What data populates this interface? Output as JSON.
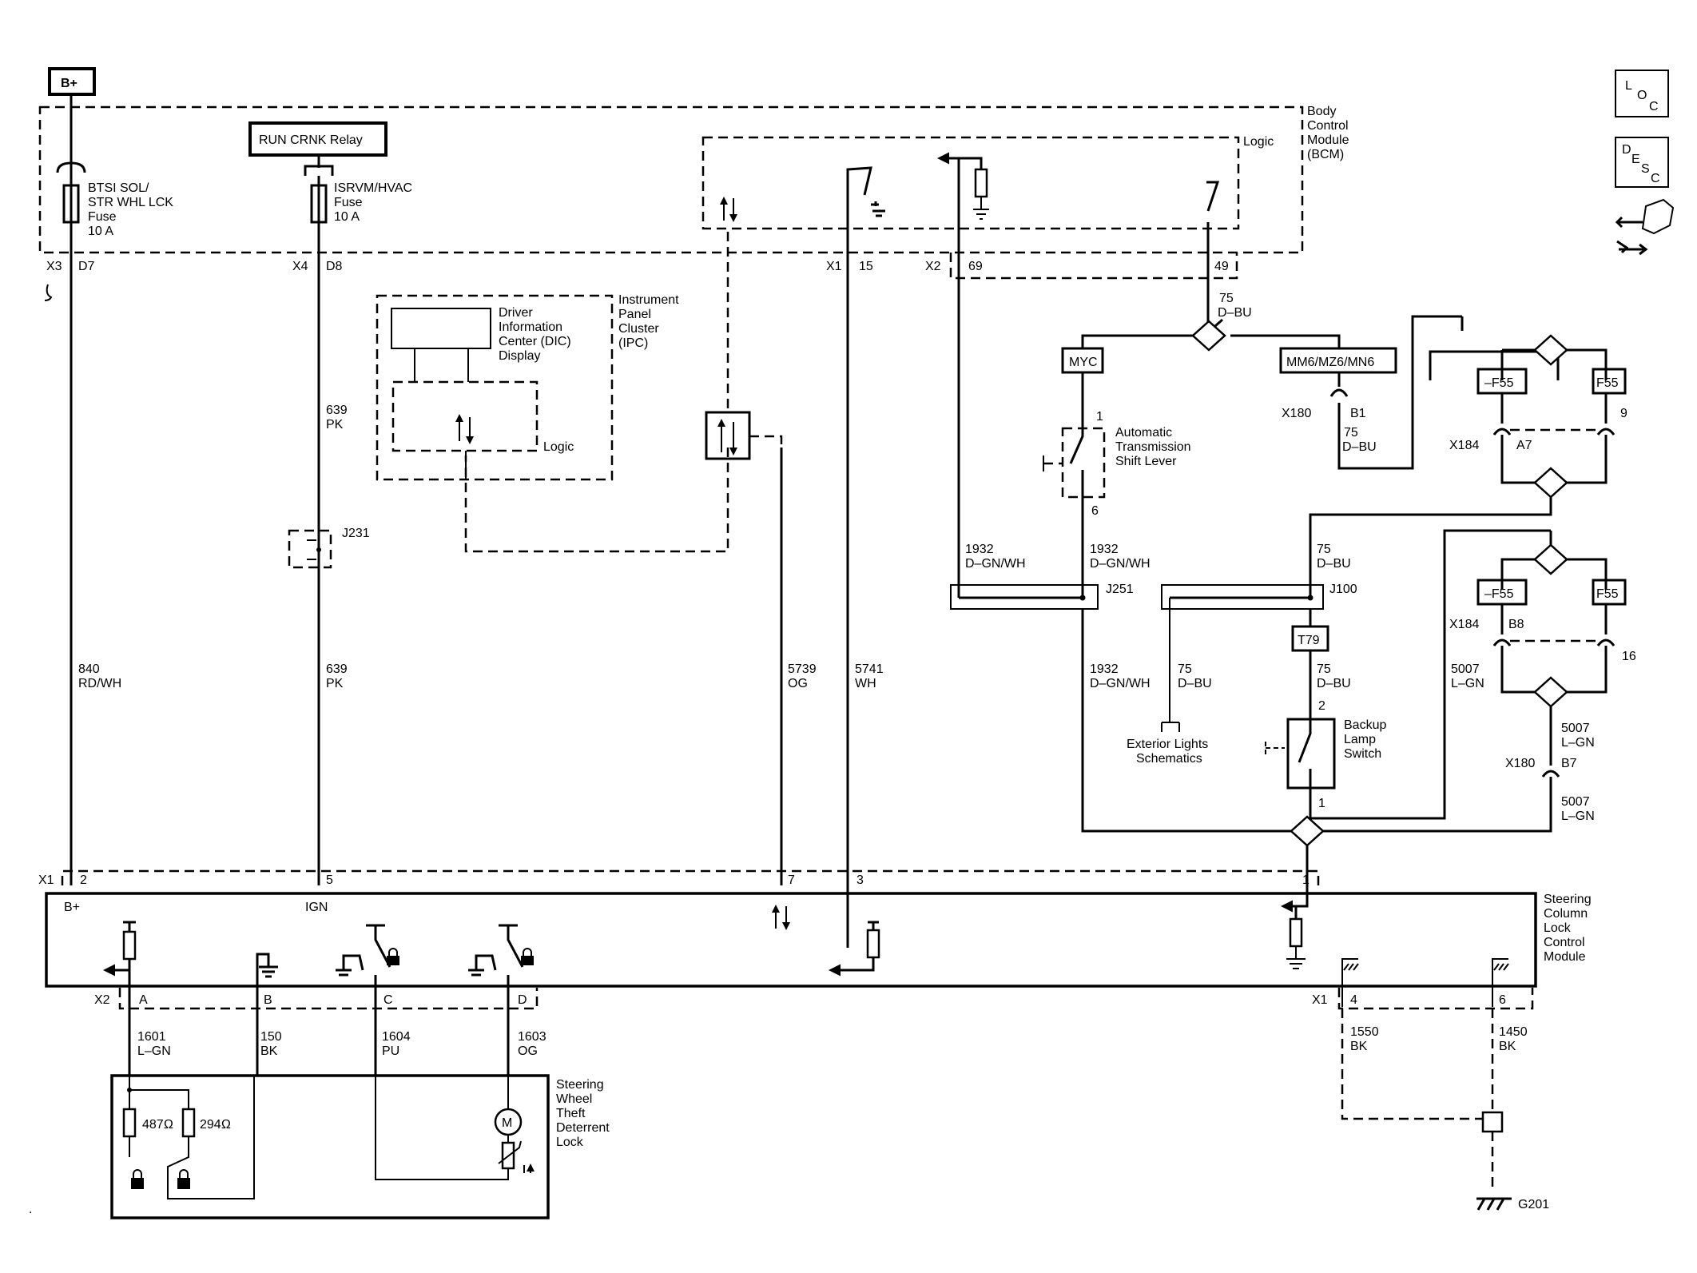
{
  "header": {
    "bplus": "B+",
    "run_crnk_relay": "RUN CRNK Relay"
  },
  "icons": {
    "loc": [
      "L",
      "O",
      "C"
    ],
    "desc": [
      "D",
      "E",
      "S",
      "C"
    ]
  },
  "bcm": {
    "name": [
      "Body",
      "Control",
      "Module",
      "(BCM)"
    ],
    "logic": "Logic"
  },
  "fuses": [
    {
      "name": [
        "BTSI SOL/",
        "STR WHL LCK",
        "Fuse",
        "10 A"
      ]
    },
    {
      "name": [
        "ISRVM/HVAC",
        "Fuse",
        "10 A"
      ]
    }
  ],
  "connectors": {
    "x3": "X3",
    "d7": "D7",
    "x4": "X4",
    "d8": "D8",
    "x1": "X1",
    "pin15": "15",
    "x2": "X2",
    "pin69": "69",
    "pin49": "49",
    "x180": "X180",
    "b1": "B1",
    "x184": "X184",
    "a7": "A7",
    "pin9": "9",
    "b8": "B8",
    "pin16": "16",
    "b7": "B7",
    "j251": "J251",
    "j100": "J100",
    "j231": "J231",
    "pin1": "1",
    "pin6": "6",
    "pin2": "2"
  },
  "ipc": {
    "name": [
      "Instrument",
      "Panel",
      "Cluster",
      "(IPC)"
    ],
    "dic": [
      "Driver",
      "Information",
      "Center (DIC)",
      "Display"
    ],
    "logic": "Logic"
  },
  "options": {
    "myc": "MYC",
    "mm6": "MM6/MZ6/MN6",
    "nf55": "–F55",
    "f55": "F55",
    "t79": "T79"
  },
  "components": {
    "shift_lever": [
      "Automatic",
      "Transmission",
      "Shift Lever"
    ],
    "backup_switch": [
      "Backup",
      "Lamp",
      "Switch"
    ],
    "ext_lights": [
      "Exterior Lights",
      "Schematics"
    ],
    "sclcm": [
      "Steering",
      "Column",
      "Lock",
      "Control",
      "Module"
    ],
    "swtdl": [
      "Steering",
      "Wheel",
      "Theft",
      "Deterrent",
      "Lock"
    ],
    "g201": "G201"
  },
  "wires": {
    "w75_top": [
      "75",
      "D–BU"
    ],
    "w75_b1": [
      "75",
      "D–BU"
    ],
    "w639_top": [
      "639",
      "PK"
    ],
    "w1932_a": [
      "1932",
      "D–GN/WH"
    ],
    "w1932_b": [
      "1932",
      "D–GN/WH"
    ],
    "w75_j100": [
      "75",
      "D–BU"
    ],
    "w840": [
      "840",
      "RD/WH"
    ],
    "w639": [
      "639",
      "PK"
    ],
    "w5739": [
      "5739",
      "OG"
    ],
    "w5741": [
      "5741",
      "WH"
    ],
    "w1932_c": [
      "1932",
      "D–GN/WH"
    ],
    "w75_ext": [
      "75",
      "D–BU"
    ],
    "w75_t79": [
      "75",
      "D–BU"
    ],
    "w5007_a": [
      "5007",
      "L–GN"
    ],
    "w5007_b": [
      "5007",
      "L–GN"
    ],
    "w5007_c": [
      "5007",
      "L–GN"
    ],
    "w1601": [
      "1601",
      "L–GN"
    ],
    "w150": [
      "150",
      "BK"
    ],
    "w1604": [
      "1604",
      "PU"
    ],
    "w1603": [
      "1603",
      "OG"
    ],
    "w1550": [
      "1550",
      "BK"
    ],
    "w1450": [
      "1450",
      "BK"
    ]
  },
  "module": {
    "x1": "X1",
    "p2": "2",
    "p5": "5",
    "p7": "7",
    "p3": "3",
    "p1": "1",
    "bplus": "B+",
    "ign": "IGN",
    "x2": "X2",
    "pA": "A",
    "pB": "B",
    "pC": "C",
    "pD": "D",
    "x1b": "X1",
    "p4": "4",
    "p6": "6"
  },
  "resistors": {
    "r487": "487Ω",
    "r294": "294Ω"
  }
}
